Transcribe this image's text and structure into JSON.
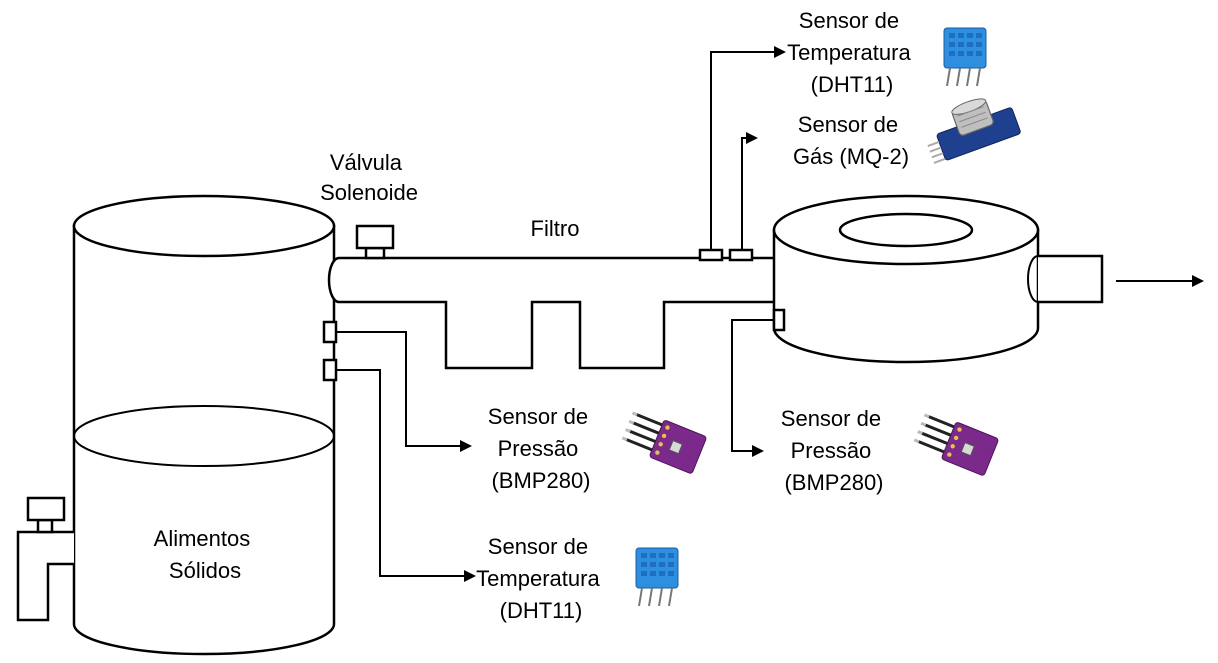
{
  "labels": {
    "valve": [
      "Válvula",
      "Solenoide"
    ],
    "filter": "Filtro",
    "tank": [
      "Alimentos",
      "Sólidos"
    ],
    "temp_top": [
      "Sensor de",
      "Temperatura",
      "(DHT11)"
    ],
    "gas": [
      "Sensor de",
      "Gás (MQ-2)"
    ],
    "pressure_left": [
      "Sensor de",
      "Pressão",
      "(BMP280)"
    ],
    "pressure_right": [
      "Sensor de",
      "Pressão",
      "(BMP280)"
    ],
    "temp_bottom": [
      "Sensor de",
      "Temperatura",
      "(DHT11)"
    ]
  },
  "colors": {
    "stroke": "#000000",
    "background": "#ffffff",
    "dht11_blue": "#2e8fe0",
    "bmp280_purple": "#7b2a8c",
    "mq2_board": "#1f3f8f",
    "mq2_metal": "#bfbfbf"
  },
  "icons": {
    "dht11": "dht11-sensor-icon",
    "bmp280": "bmp280-sensor-icon",
    "mq2": "mq2-gas-sensor-icon"
  }
}
